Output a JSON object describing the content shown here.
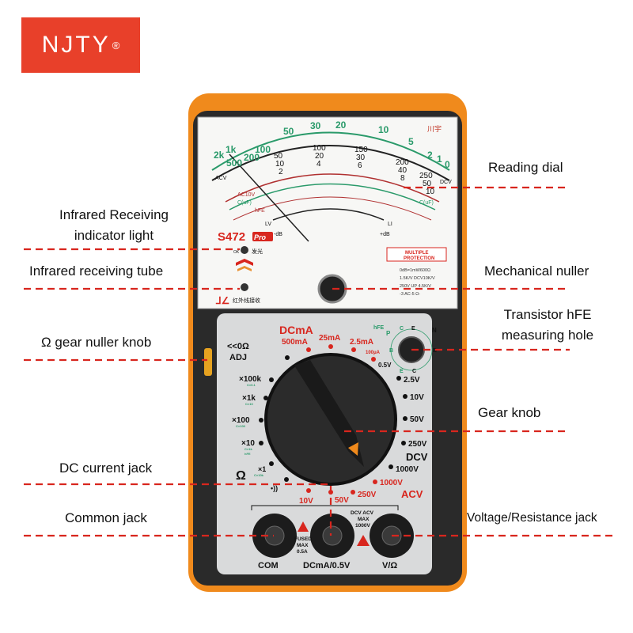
{
  "logo": {
    "text": "NJTY",
    "mark": "®"
  },
  "annotations": {
    "reading_dial": "Reading dial",
    "ir_indicator_line1": "Infrared Receiving",
    "ir_indicator_line2": "indicator light",
    "ir_tube": "Infrared receiving tube",
    "mechanical_nuller": "Mechanical nuller",
    "hfe_line1": "Transistor hFE",
    "hfe_line2": "measuring hole",
    "ohm_nuller": "Ω gear nuller knob",
    "gear_knob": "Gear knob",
    "dc_current_jack": "DC current jack",
    "common_jack": "Common jack",
    "volt_res_jack": "Voltage/Resistance jack"
  },
  "dial": {
    "ohm_scale": [
      "2k",
      "1k",
      "500",
      "200",
      "100",
      "50",
      "30",
      "20",
      "10",
      "5",
      "2",
      "1",
      "0"
    ],
    "dc_scale_a": [
      "50",
      "100",
      "150",
      "200",
      "250"
    ],
    "dc_scale_b": [
      "10",
      "20",
      "30",
      "40",
      "50"
    ],
    "dc_scale_c": [
      "2",
      "4",
      "6",
      "8",
      "10"
    ],
    "acv": "ACV",
    "dcv": "DCV",
    "ac10v": "AC10V",
    "cuf": "C(uF)",
    "hfe": "hFE",
    "minus_db": "-dB",
    "plus_db": "+dB",
    "lv": "LV",
    "li": "LI",
    "model": "S472",
    "model_suffix": "Pro",
    "ok": "OK",
    "glow": "发光",
    "ir_text": "红外线接收",
    "protection_1": "MULTIPLE",
    "protection_2": "PROTECTION",
    "spec_1": "0dB=1mW600Ω",
    "spec_2": "1.5K/V DCV10K/V",
    "spec_3": "250V UP 4.5K/V",
    "spec_4": "-3 AC-5 Ω-",
    "brand_cn": "川宇"
  },
  "panel": {
    "adj_1": "<<0Ω",
    "adj_2": "ADJ",
    "dcma": "DCmA",
    "ma500": "500mA",
    "ma25": "25mA",
    "ma2_5": "2.5mA",
    "ua100": "100μA",
    "v0_5": "0.5V",
    "v2_5": "2.5V",
    "v10": "10V",
    "v50": "50V",
    "v250": "250V",
    "dcv": "DCV",
    "v1000": "1000V",
    "acv1000": "1000V",
    "acv250": "250V",
    "acv50": "50V",
    "acv10": "10V",
    "acv": "ACV",
    "x100k": "×100k",
    "x100k_c": "C×0.1",
    "x1k": "×1k",
    "x1k_c": "C×10",
    "x100": "×100",
    "x100_c": "C×100",
    "x10": "×10",
    "x10_c": "C×1k",
    "x10_hfe": "hFE",
    "x1": "×1",
    "x1_c": "C×10k",
    "ohm": "Ω",
    "buzzer": "•))",
    "hfe": "hFE",
    "p": "P",
    "n": "N",
    "c": "C",
    "e": "E",
    "b": "B",
    "fused_1": "FUSED",
    "fused_2": "MAX",
    "fused_3": "0.5A",
    "max_1": "DCV ACV",
    "max_2": "MAX",
    "max_3": "1000V",
    "com": "COM",
    "dcma_jack": "DCmA/0.5V",
    "vohm": "V/Ω"
  },
  "colors": {
    "accent_red": "#d8261e",
    "orange": "#f08a1c",
    "green": "#2a9a6a",
    "logo_red": "#e8402a"
  }
}
